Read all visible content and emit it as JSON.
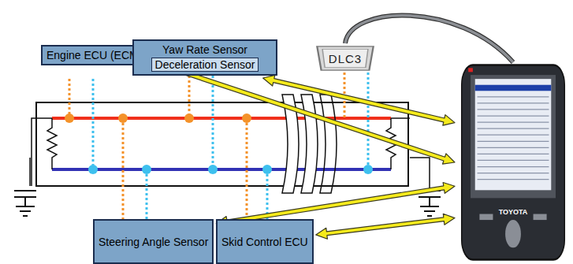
{
  "diagram": {
    "nodes": [
      {
        "text": [
          "Engine ECU (ECM)"
        ]
      },
      {
        "text": [
          "Yaw Rate Sensor",
          "Deceleration Sensor"
        ]
      },
      {
        "text": [
          "DLC3"
        ]
      },
      {
        "text": [
          "Steering Angle Sensor"
        ]
      },
      {
        "text": [
          "Skid Control ECU"
        ]
      },
      {
        "text": [
          "TOYOTA"
        ]
      }
    ],
    "edges": [
      {
        "from": 0,
        "to": 5,
        "arrow": "both"
      },
      {
        "from": 1,
        "to": 5,
        "arrow": "both"
      },
      {
        "from": 2,
        "to": 5,
        "arrow": "none"
      },
      {
        "from": 3,
        "to": 5,
        "arrow": "both"
      },
      {
        "from": 4,
        "to": 5,
        "arrow": "both"
      }
    ]
  }
}
